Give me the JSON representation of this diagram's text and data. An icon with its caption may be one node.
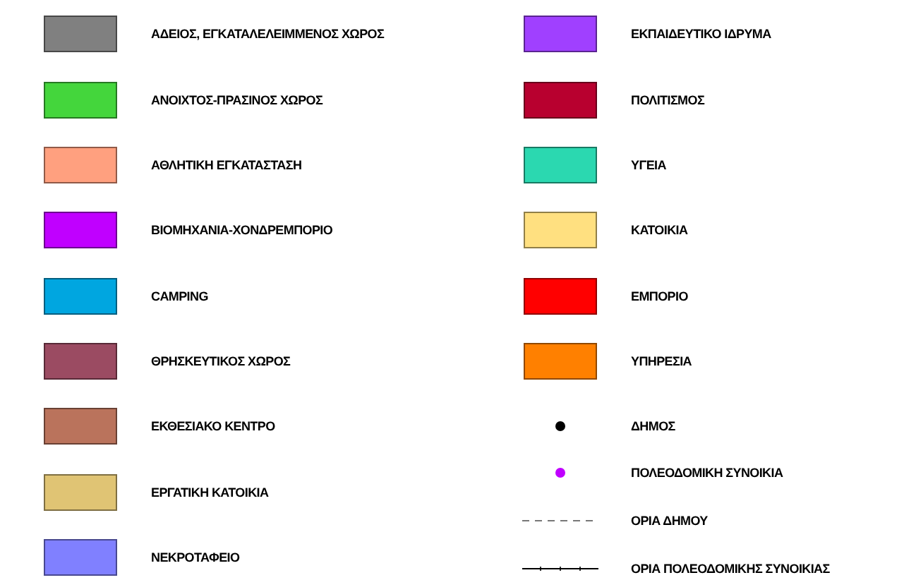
{
  "diagram": {
    "legend": [
      {
        "text": "ΑΔΕΙΟΣ, ΕΓΚΑΤΑΛΕΛΕΙΜΜΕΝΟΣ ΧΩΡΟΣ",
        "color": "#808080"
      },
      {
        "text": "ΑΝΟΙΧΤΟΣ-ΠΡΑΣΙΝΟΣ ΧΩΡΟΣ",
        "color": "#44d63c"
      },
      {
        "text": "ΑΘΛΗΤΙΚΗ ΕΓΚΑΤΑΣΤΑΣΗ",
        "color": "#ffa07f"
      },
      {
        "text": "ΒΙΟΜΗΧΑΝΙΑ-ΧΟΝΔΡΕΜΠΟΡΙΟ",
        "color": "#c000ff"
      },
      {
        "text": "CAMPING",
        "color": "#00a6e0"
      },
      {
        "text": "ΘΡΗΣΚΕΥΤΙΚΟΣ ΧΩΡΟΣ",
        "color": "#9b4b62"
      },
      {
        "text": "ΕΚΘΕΣΙΑΚΟ ΚΕΝΤΡΟ",
        "color": "#ba735c"
      },
      {
        "text": "ΕΡΓΑΤΙΚΗ ΚΑΤΟΙΚΙΑ",
        "color": "#e0c474"
      },
      {
        "text": "ΝΕΚΡΟΤΑΦΕΙΟ",
        "color": "#8080ff"
      },
      {
        "text": "ΕΚΠΑΙΔΕΥΤΙΚΟ ΙΔΡΥΜΑ",
        "color": "#a040ff"
      },
      {
        "text": "ΠΟΛΙΤΙΣΜΟΣ",
        "color": "#b8002f"
      },
      {
        "text": "ΥΓΕΙΑ",
        "color": "#2bd8b0"
      },
      {
        "text": "ΚΑΤΟΙΚΙΑ",
        "color": "#ffe080"
      },
      {
        "text": "ΕΜΠΟΡΙΟ",
        "color": "#ff0000"
      },
      {
        "text": "ΥΠΗΡΕΣΙΑ",
        "color": "#ff8000"
      },
      {
        "text": "ΔΗΜΟΣ"
      },
      {
        "text": "ΠΟΛΕΟΔΟΜΙΚΗ ΣΥΝΟΙΚΙΑ"
      },
      {
        "text": "ΟΡΙΑ ΔΗΜΟΥ"
      },
      {
        "text": "ΟΡΙΑ ΠΟΛΕΟΔΟΜΙΚΗΣ ΣΥΝΟΙΚΙΑΣ"
      }
    ]
  }
}
